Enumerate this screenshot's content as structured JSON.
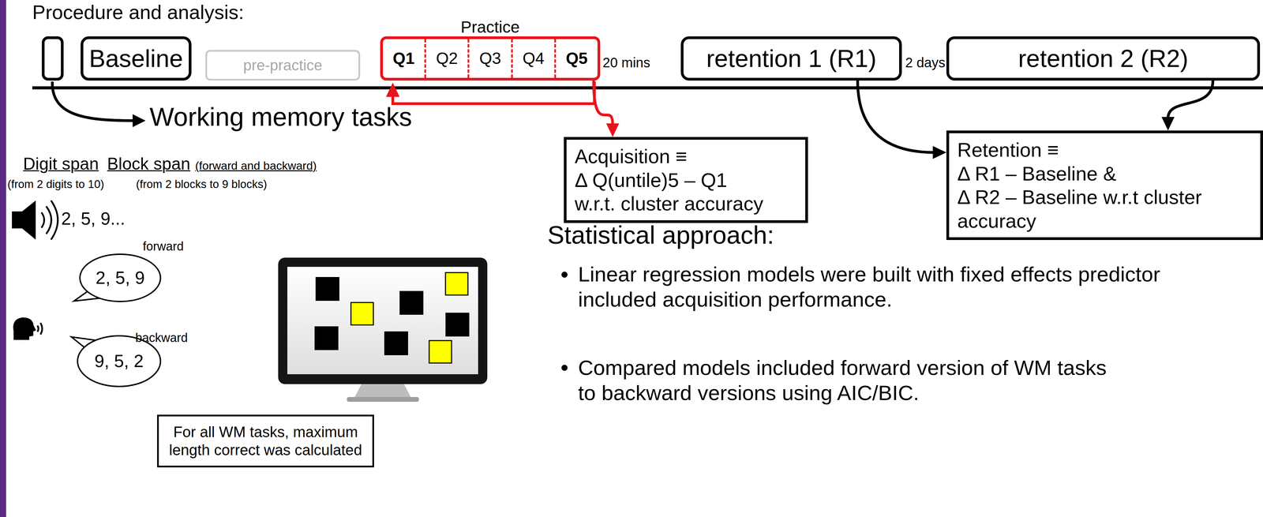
{
  "diagram": {
    "title": "Procedure and analysis:",
    "nodes": [
      {
        "text": [
          "Baseline"
        ]
      },
      {
        "text": [
          "pre-practice"
        ]
      },
      {
        "text": [
          "Practice"
        ]
      },
      {
        "text": [
          "Q1"
        ],
        "in": 2
      },
      {
        "text": [
          "Q2"
        ],
        "in": 2
      },
      {
        "text": [
          "Q3"
        ],
        "in": 2
      },
      {
        "text": [
          "Q4"
        ],
        "in": 2
      },
      {
        "text": [
          "Q5"
        ],
        "in": 2
      },
      {
        "text": [
          "retention 1 (R1)"
        ]
      },
      {
        "text": [
          "retention 2 (R2)"
        ]
      },
      {
        "text": [
          "2, 5, 9"
        ]
      },
      {
        "text": [
          "9, 5, 2"
        ]
      },
      {
        "text": [
          "For all WM tasks, maximum length correct was calculated"
        ]
      },
      {
        "text": [
          "Acquisition ≡",
          "Δ Q(untile)5 – Q1",
          "w.r.t. cluster accuracy"
        ]
      },
      {
        "text": [
          "Retention ≡",
          "Δ R1 – Baseline &",
          "Δ R2 – Baseline w.r.t cluster accuracy"
        ]
      }
    ],
    "edges": [
      {
        "from": 2,
        "to": 13,
        "arrow": "to"
      },
      {
        "from": 8,
        "to": 14,
        "arrow": "to"
      },
      {
        "from": 9,
        "to": 14,
        "arrow": "to"
      }
    ],
    "labels": [
      "20 mins",
      "2 days",
      "Working memory tasks",
      "Digit span",
      "Block span",
      "(forward and backward)",
      "(from 2 digits to 10)",
      "(from 2 blocks to 9 blocks)",
      "2, 5, 9...",
      "forward",
      "backward",
      "Statistical approach:",
      "Linear regression models were built with fixed effects predictor included acquisition performance.",
      "Compared models included forward version of WM tasks to backward versions using AIC/BIC."
    ]
  }
}
